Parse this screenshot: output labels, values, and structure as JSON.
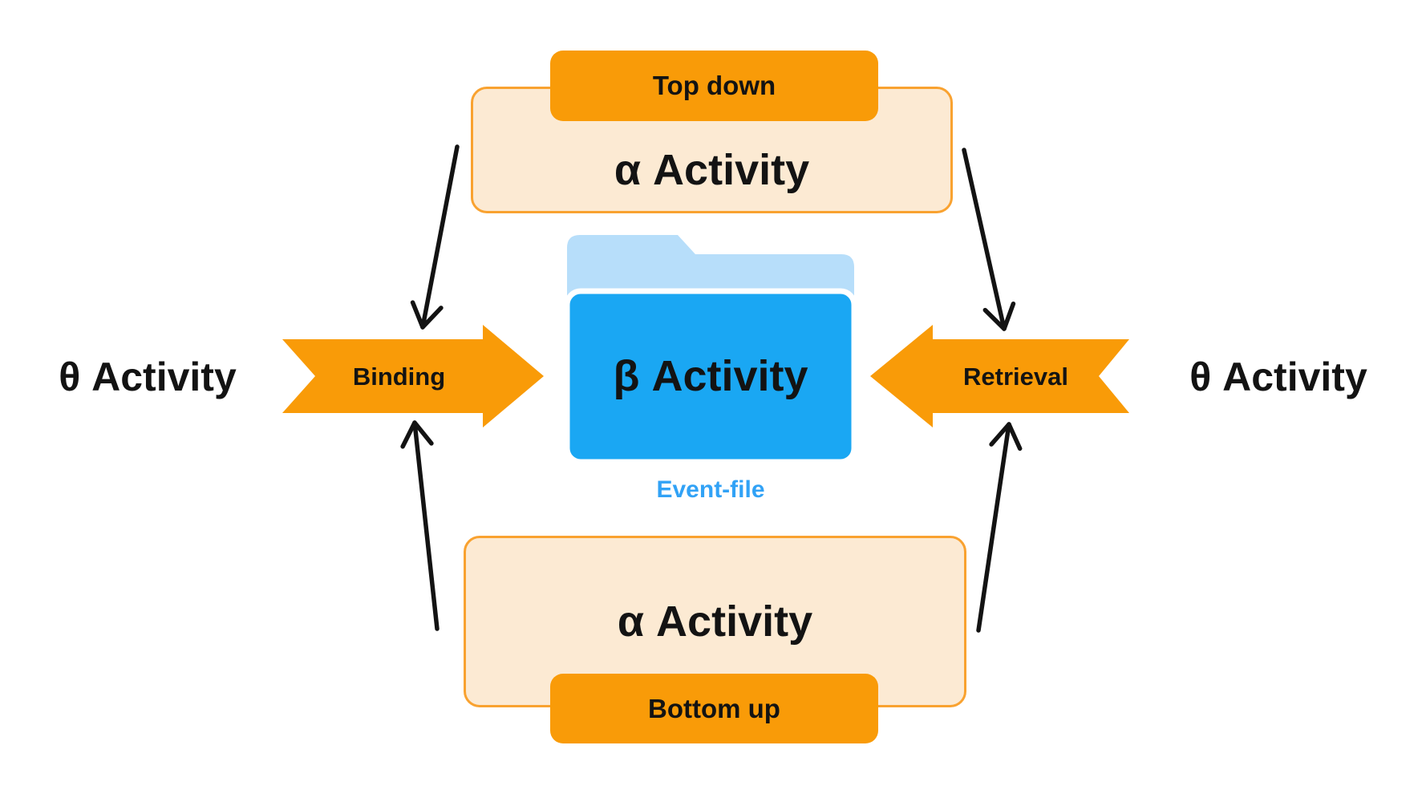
{
  "diagram": {
    "center": {
      "node_label": "β Activity",
      "caption": "Event-file"
    },
    "top": {
      "badge": "Top down",
      "node_label": "α Activity"
    },
    "bottom": {
      "badge": "Bottom up",
      "node_label": "α Activity"
    },
    "left": {
      "theta_label": "θ Activity",
      "process_label": "Binding"
    },
    "right": {
      "theta_label": "θ Activity",
      "process_label": "Retrieval"
    }
  },
  "colors": {
    "orange": "#F99B08",
    "cream_fill": "#FCEAD3",
    "orange_border": "#F9A230",
    "folder_front_blue": "#1AA7F3",
    "folder_back_blue": "#B7DEFA",
    "caption_blue": "#31A2F6",
    "connector_black": "#131313"
  }
}
